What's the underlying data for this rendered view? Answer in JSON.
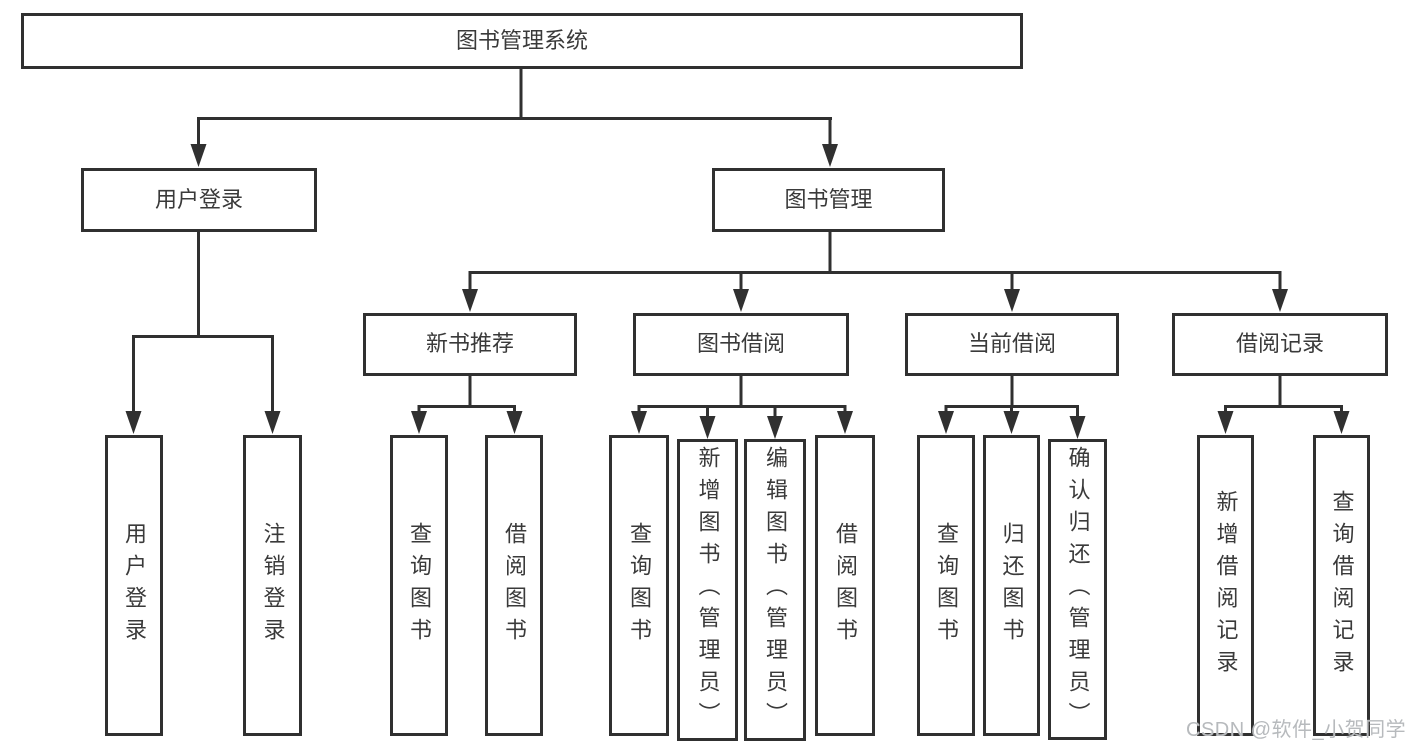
{
  "colors": {
    "ink": "#303030",
    "text": "#3a3a3a",
    "paper": "#ffffff",
    "watermark": "#b7babd"
  },
  "watermark": {
    "text": "CSDN @软件_小贺同学"
  },
  "nodes": {
    "root": {
      "label": "图书管理系统"
    },
    "user_login": {
      "label": "用户登录"
    },
    "book_mgmt": {
      "label": "图书管理"
    },
    "new_book_rec": {
      "label": "新书推荐"
    },
    "book_borrow": {
      "label": "图书借阅"
    },
    "current_borrow": {
      "label": "当前借阅"
    },
    "borrow_records": {
      "label": "借阅记录"
    },
    "leaf_user_login": {
      "label": "用户登录"
    },
    "leaf_logout": {
      "label": "注销登录"
    },
    "rec_query_books": {
      "label": "查询图书"
    },
    "rec_borrow_books": {
      "label": "借阅图书"
    },
    "bb_query_books": {
      "label": "查询图书"
    },
    "bb_add_book_admin": {
      "label": "新增图书（管理员）"
    },
    "bb_edit_book_admin": {
      "label": "编辑图书（管理员）"
    },
    "bb_borrow_books": {
      "label": "借阅图书"
    },
    "cb_query_books": {
      "label": "查询图书"
    },
    "cb_return_books": {
      "label": "归还图书"
    },
    "cb_confirm_return_admin": {
      "label": "确认归还（管理员）"
    },
    "br_add_record": {
      "label": "新增借阅记录"
    },
    "br_query_record": {
      "label": "查询借阅记录"
    }
  },
  "edges": [
    {
      "from": "root",
      "to": "user_login"
    },
    {
      "from": "root",
      "to": "book_mgmt"
    },
    {
      "from": "user_login",
      "to": "leaf_user_login"
    },
    {
      "from": "user_login",
      "to": "leaf_logout"
    },
    {
      "from": "book_mgmt",
      "to": "new_book_rec"
    },
    {
      "from": "book_mgmt",
      "to": "book_borrow"
    },
    {
      "from": "book_mgmt",
      "to": "current_borrow"
    },
    {
      "from": "book_mgmt",
      "to": "borrow_records"
    },
    {
      "from": "new_book_rec",
      "to": "rec_query_books"
    },
    {
      "from": "new_book_rec",
      "to": "rec_borrow_books"
    },
    {
      "from": "book_borrow",
      "to": "bb_query_books"
    },
    {
      "from": "book_borrow",
      "to": "bb_add_book_admin"
    },
    {
      "from": "book_borrow",
      "to": "bb_edit_book_admin"
    },
    {
      "from": "book_borrow",
      "to": "bb_borrow_books"
    },
    {
      "from": "current_borrow",
      "to": "cb_query_books"
    },
    {
      "from": "current_borrow",
      "to": "cb_return_books"
    },
    {
      "from": "current_borrow",
      "to": "cb_confirm_return_admin"
    },
    {
      "from": "borrow_records",
      "to": "br_add_record"
    },
    {
      "from": "borrow_records",
      "to": "br_query_record"
    }
  ]
}
